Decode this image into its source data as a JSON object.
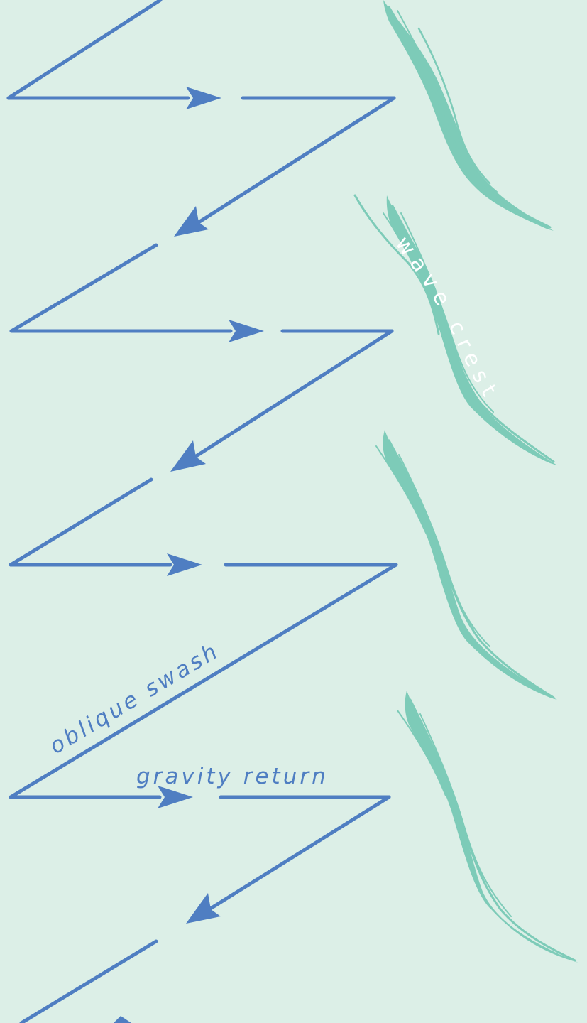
{
  "colors": {
    "background": "#dcefe7",
    "drift_path": "#4f7ec2",
    "wave_crest": "#7dcbb8",
    "crest_label": "#ffffff"
  },
  "labels": {
    "wave_crest": "wave crest",
    "oblique_swash": "oblique swash",
    "gravity_return": "gravity return"
  },
  "icons": [
    "arrow-head-icon",
    "wave-crest-brush-icon"
  ]
}
